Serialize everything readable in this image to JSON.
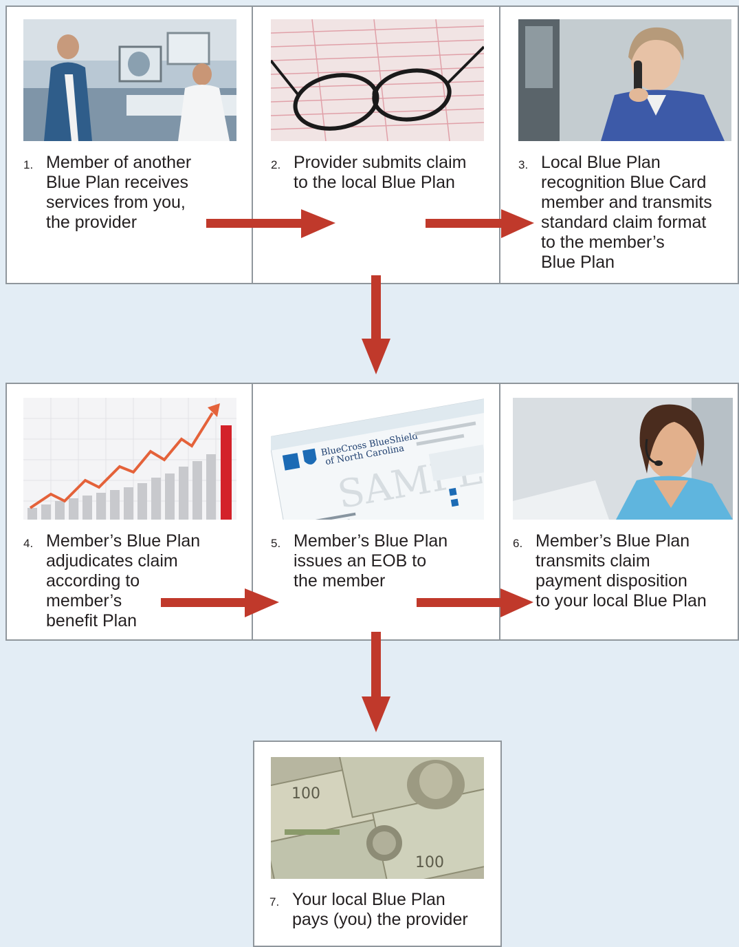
{
  "steps": [
    {
      "num": "1.",
      "text": "Member of another\nBlue Plan receives\nservices from you,\nthe provider"
    },
    {
      "num": "2.",
      "text": "Provider submits claim\nto the local Blue Plan"
    },
    {
      "num": "3.",
      "text": "Local Blue Plan\nrecognition Blue Card\nmember and transmits\nstandard claim format\nto the member’s\nBlue Plan"
    },
    {
      "num": "4.",
      "text": "Member’s Blue Plan\nadjudicates claim\naccording to\nmember’s\nbenefit Plan"
    },
    {
      "num": "5.",
      "text": "Member’s Blue Plan\nissues an EOB to\nthe member"
    },
    {
      "num": "6.",
      "text": "Member’s Blue Plan\ntransmits claim\npayment disposition\nto your local Blue Plan"
    },
    {
      "num": "7.",
      "text": "Your local Blue Plan\npays (you) the provider"
    }
  ],
  "eob_card": {
    "brand_line1": "BlueCross BlueShield",
    "brand_line2": "of North Carolina",
    "watermark": "SAMPLE"
  },
  "colors": {
    "arrow": "#c0392b",
    "background": "#e3edf5",
    "panel_border": "#8f969c"
  }
}
